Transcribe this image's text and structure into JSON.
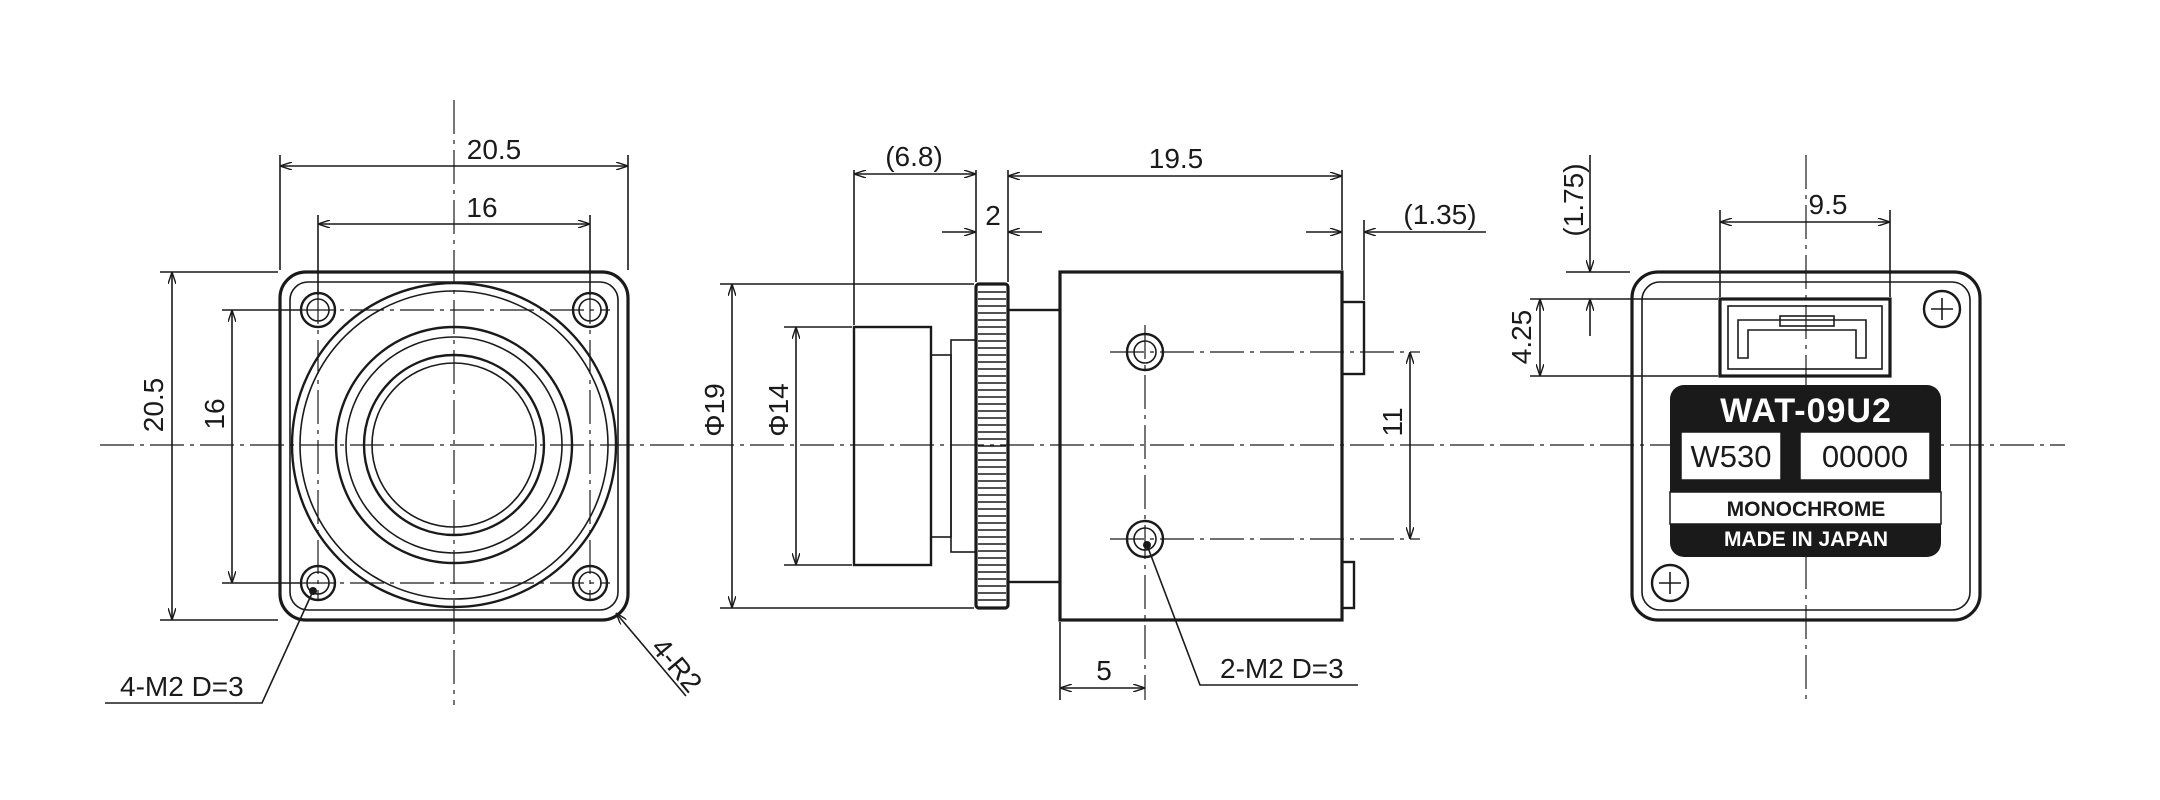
{
  "front_view": {
    "dim_width_outer": "20.5",
    "dim_width_holes": "16",
    "dim_height_outer": "20.5",
    "dim_height_holes": "16",
    "callout_mount_holes": "4-M2 D=3",
    "callout_corner_radius": "4-R2"
  },
  "side_view": {
    "dim_lens_length": "(6.8)",
    "dim_ring_width": "2",
    "dim_body_length": "19.5",
    "dim_connector_protrusion": "(1.35)",
    "dim_ring_diameter": "Φ19",
    "dim_lens_diameter": "Φ14",
    "dim_hole_spacing": "11",
    "dim_hole_offset": "5",
    "callout_side_holes": "2-M2 D=3"
  },
  "rear_view": {
    "dim_connector_width": "9.5",
    "dim_connector_offset": "(1.75)",
    "dim_connector_height": "4.25",
    "label": {
      "model": "WAT-09U2",
      "code_left": "W530",
      "code_right": "00000",
      "line1": "MONOCHROME",
      "line2": "MADE IN JAPAN"
    }
  }
}
